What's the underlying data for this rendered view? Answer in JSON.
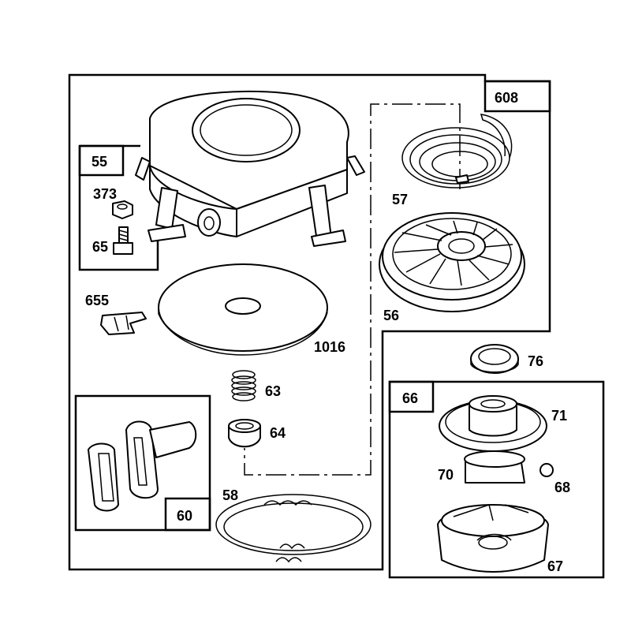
{
  "labels": {
    "kit_55": "55",
    "kit_608": "608",
    "kit_66": "66",
    "kit_60": "60",
    "part_373": "373",
    "part_65": "65",
    "part_655": "655",
    "part_1016": "1016",
    "part_57": "57",
    "part_56": "56",
    "part_76": "76",
    "part_63": "63",
    "part_64": "64",
    "part_71": "71",
    "part_70": "70",
    "part_68": "68",
    "part_58": "58",
    "part_67": "67"
  }
}
